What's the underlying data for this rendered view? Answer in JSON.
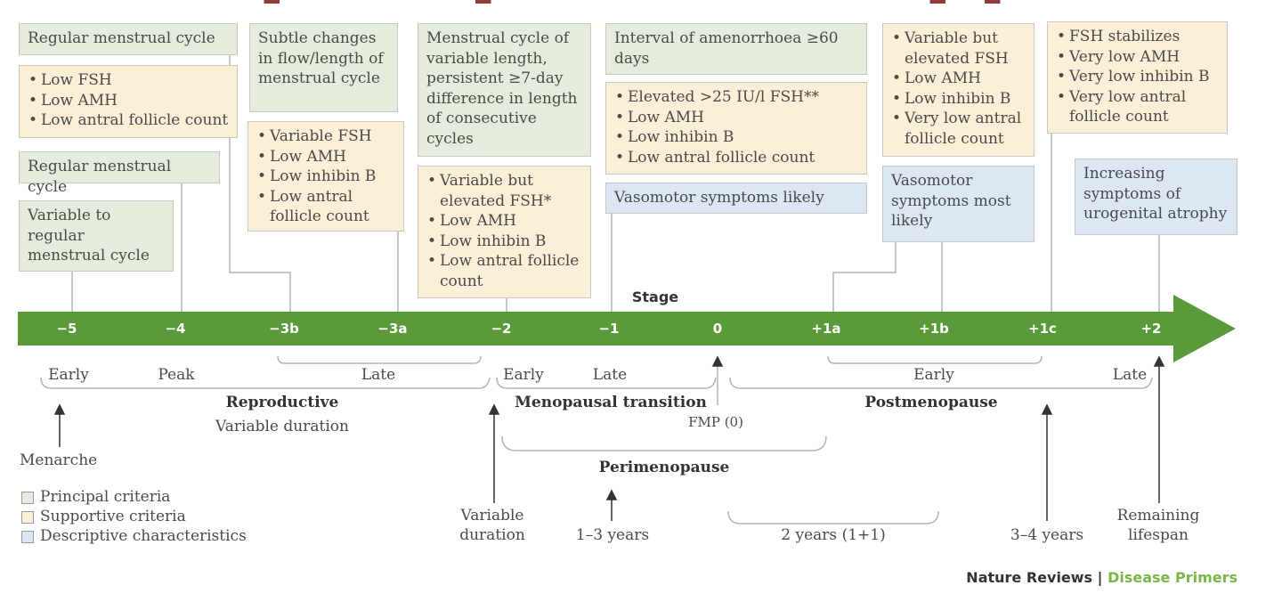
{
  "title_partial": "g                    p                               g  g",
  "boxes": {
    "regular_cycle_1": "Regular menstrual cycle",
    "support_1": [
      "Low FSH",
      "Low AMH",
      "Low antral follicle count"
    ],
    "regular_cycle_2": "Regular menstrual cycle",
    "variable_to_regular": "Variable to regular menstrual cycle",
    "subtle_changes": "Subtle changes in flow/length of menstrual cycle",
    "support_3b": [
      "Variable FSH",
      "Low AMH",
      "Low inhibin B",
      "Low antral follicle count"
    ],
    "variable_length": "Menstrual cycle of variable length, persistent ≥7-day difference in length of consecutive cycles",
    "support_2": [
      "Variable but elevated  FSH*",
      "Low AMH",
      "Low inhibin B",
      "Low antral follicle count"
    ],
    "amenorrhoea": "Interval of amenorrhoea ≥60 days",
    "support_1b": [
      "Elevated >25 IU/l FSH**",
      "Low AMH",
      "Low inhibin B",
      "Low antral follicle count"
    ],
    "vasomotor_likely": "Vasomotor symptoms likely",
    "support_plus1": [
      "Variable but elevated FSH",
      "Low AMH",
      "Low inhibin B",
      "Very low antral follicle count"
    ],
    "vasomotor_most": "Vasomotor symptoms most likely",
    "support_plus2": [
      "FSH stabilizes",
      "Very low AMH",
      "Very low inhibin B",
      "Very low antral follicle count"
    ],
    "urogenital": "Increasing symptoms of urogenital atrophy"
  },
  "axis": {
    "title": "Stage",
    "stages": [
      "−5",
      "−4",
      "−3b",
      "−3a",
      "−2",
      "−1",
      "0",
      "+1a",
      "+1b",
      "+1c",
      "+2"
    ]
  },
  "phases": {
    "early_repro": "Early",
    "peak": "Peak",
    "late_repro": "Late",
    "early_mt": "Early",
    "late_mt": "Late",
    "early_post": "Early",
    "late_post": "Late",
    "reproductive": "Reproductive",
    "reproductive_duration": "Variable duration",
    "menopausal_transition": "Menopausal transition",
    "postmenopause": "Postmenopause",
    "fmp": "FMP (0)",
    "perimenopause": "Perimenopause"
  },
  "durations": {
    "menarche": "Menarche",
    "variable_duration_1": "Variable",
    "variable_duration_2": "duration",
    "one_three": "1–3 years",
    "two_years": "2 years (1+1)",
    "three_four": "3–4 years",
    "remaining_1": "Remaining",
    "remaining_2": "lifespan"
  },
  "legend": {
    "principal": "Principal criteria",
    "supportive": "Supportive criteria",
    "descriptive": "Descriptive characteristics"
  },
  "credit": {
    "publisher": "Nature Reviews",
    "separator": "|",
    "series": "Disease Primers"
  },
  "colors": {
    "principal": "#e4ecdd",
    "supportive": "#fcefd7",
    "descriptive": "#dde7f4",
    "arrow": "#5a9a3a",
    "credit_accent": "#7ab648"
  }
}
